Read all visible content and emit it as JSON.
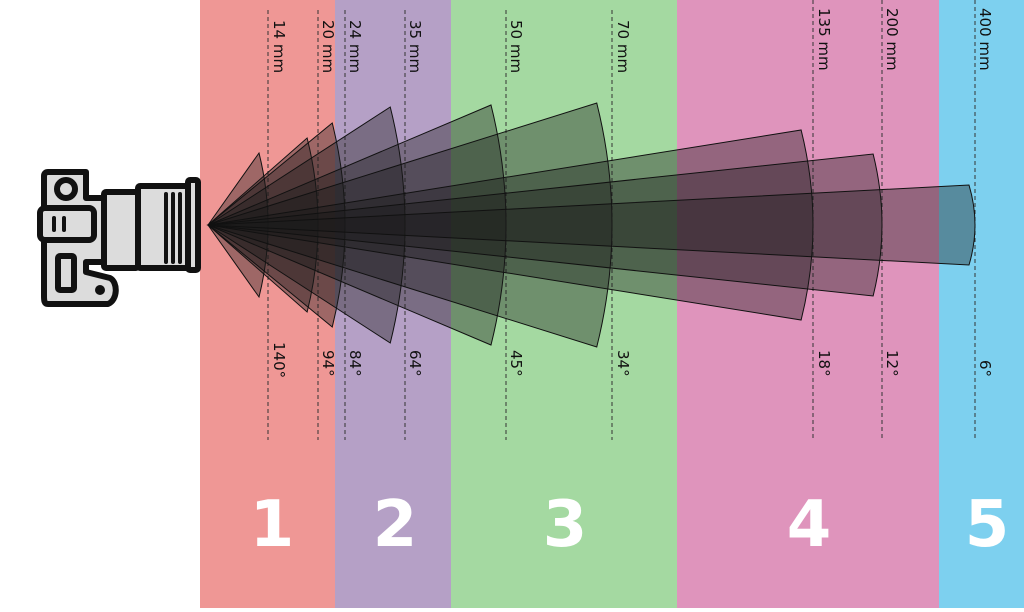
{
  "colors": {
    "zone1": "#ef9795",
    "zone2": "#b5a0c6",
    "zone3": "#a4d9a1",
    "zone4": "#df94bc",
    "zone5": "#7dd0ef",
    "cone_fill": "#1a1a1a",
    "camera_body": "#dcdcdc",
    "camera_outline": "#111111"
  },
  "zones": [
    {
      "number": "1"
    },
    {
      "number": "2"
    },
    {
      "number": "3"
    },
    {
      "number": "4"
    },
    {
      "number": "5"
    }
  ],
  "lenses": [
    {
      "focal": "14 mm",
      "angle": "140°"
    },
    {
      "focal": "20 mm",
      "angle": "94°"
    },
    {
      "focal": "24 mm",
      "angle": "84°"
    },
    {
      "focal": "35 mm",
      "angle": "64°"
    },
    {
      "focal": "50 mm",
      "angle": "45°"
    },
    {
      "focal": "70 mm",
      "angle": "34°"
    },
    {
      "focal": "135 mm",
      "angle": "18°"
    },
    {
      "focal": "200 mm",
      "angle": "12°"
    },
    {
      "focal": "400 mm",
      "angle": "6°"
    }
  ],
  "icons": {
    "camera": "camera-icon"
  }
}
